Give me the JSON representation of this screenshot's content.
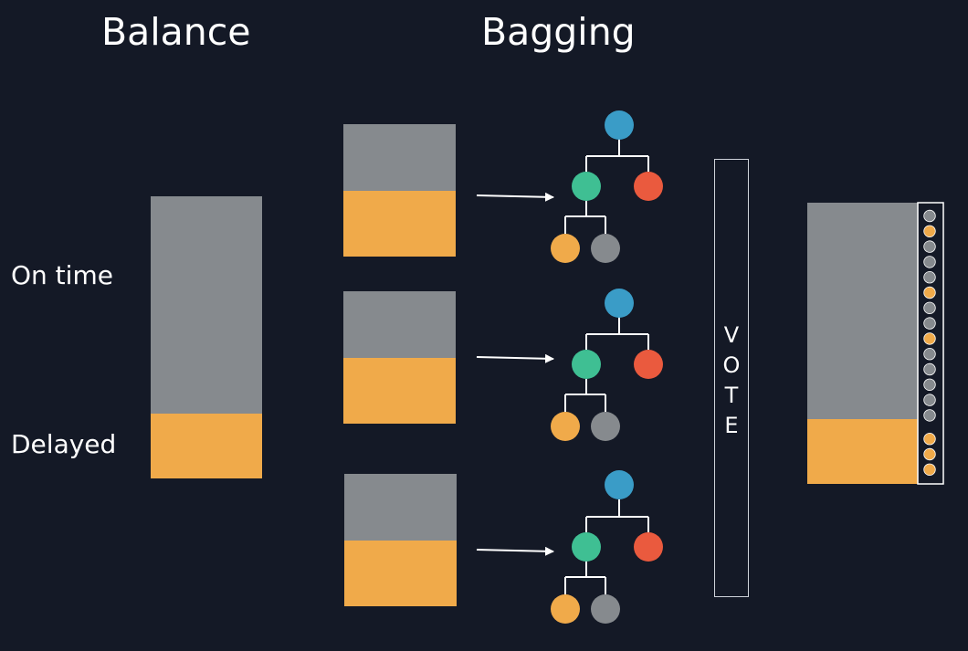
{
  "titles": {
    "balance": "Balance",
    "bagging": "Bagging"
  },
  "labels": {
    "on_time": "On time",
    "delayed": "Delayed"
  },
  "vote": {
    "letters": [
      "V",
      "O",
      "T",
      "E"
    ]
  },
  "colors": {
    "background": "#141926",
    "on_time": "#868a8e",
    "delayed": "#f0aa4a",
    "root_node": "#3a9cc7",
    "mid_node": "#3fbf93",
    "leaf_red": "#ea5a3e",
    "leaf_orange": "#f0aa4a",
    "leaf_gray": "#868a8e"
  },
  "balance_bar": {
    "on_time_fraction": 0.77,
    "delayed_fraction": 0.23
  },
  "bag_samples": [
    {
      "on_time_fraction": 0.5,
      "delayed_fraction": 0.5
    },
    {
      "on_time_fraction": 0.5,
      "delayed_fraction": 0.5
    },
    {
      "on_time_fraction": 0.5,
      "delayed_fraction": 0.5
    }
  ],
  "output_bar": {
    "on_time_fraction": 0.77,
    "delayed_fraction": 0.23
  },
  "vote_dots": [
    "gray",
    "orange",
    "gray",
    "gray",
    "gray",
    "orange",
    "gray",
    "gray",
    "orange",
    "gray",
    "gray",
    "gray",
    "gray",
    "gray",
    "orange",
    "orange",
    "orange"
  ]
}
